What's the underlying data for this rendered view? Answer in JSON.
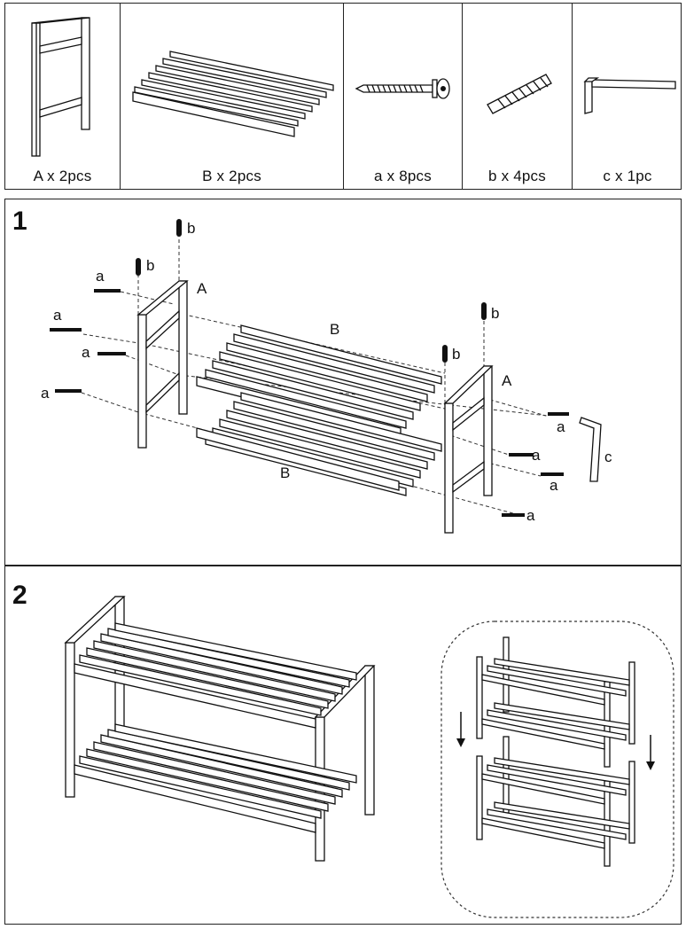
{
  "parts": [
    {
      "id": "A",
      "label": "A x 2pcs",
      "icon": "leg-frame-icon"
    },
    {
      "id": "B",
      "label": "B x 2pcs",
      "icon": "slat-shelf-icon"
    },
    {
      "id": "a",
      "label": "a x 8pcs",
      "icon": "screw-icon"
    },
    {
      "id": "b",
      "label": "b x 4pcs",
      "icon": "dowel-icon"
    },
    {
      "id": "c",
      "label": "c x 1pc",
      "icon": "allen-key-icon"
    }
  ],
  "step1": {
    "number": "1",
    "labels": {
      "A": "A",
      "B": "B",
      "a": "a",
      "b": "b",
      "c": "c"
    }
  },
  "step2": {
    "number": "2"
  }
}
